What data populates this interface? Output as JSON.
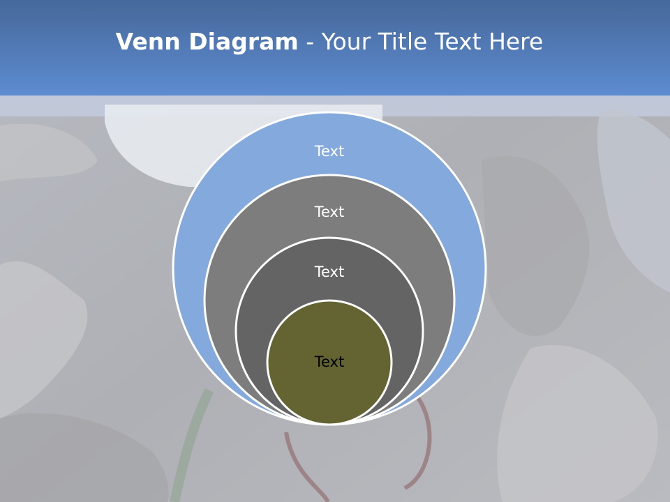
{
  "slide": {
    "title_bold": "Venn Diagram",
    "title_rest": " - Your Title Text Here"
  },
  "diagram": {
    "circles": [
      {
        "label": "Text",
        "fill": "#84a9dd",
        "text_color": "#ffffff"
      },
      {
        "label": "Text",
        "fill": "#7d7d7d",
        "text_color": "#ffffff"
      },
      {
        "label": "Text",
        "fill": "#646464",
        "text_color": "#ffffff"
      },
      {
        "label": "Text",
        "fill": "#646433",
        "text_color": "#000000"
      }
    ]
  },
  "colors": {
    "title_band_top": "#46689a",
    "title_band_bottom": "#5d8cd0",
    "circle_outline": "#ffffff"
  }
}
